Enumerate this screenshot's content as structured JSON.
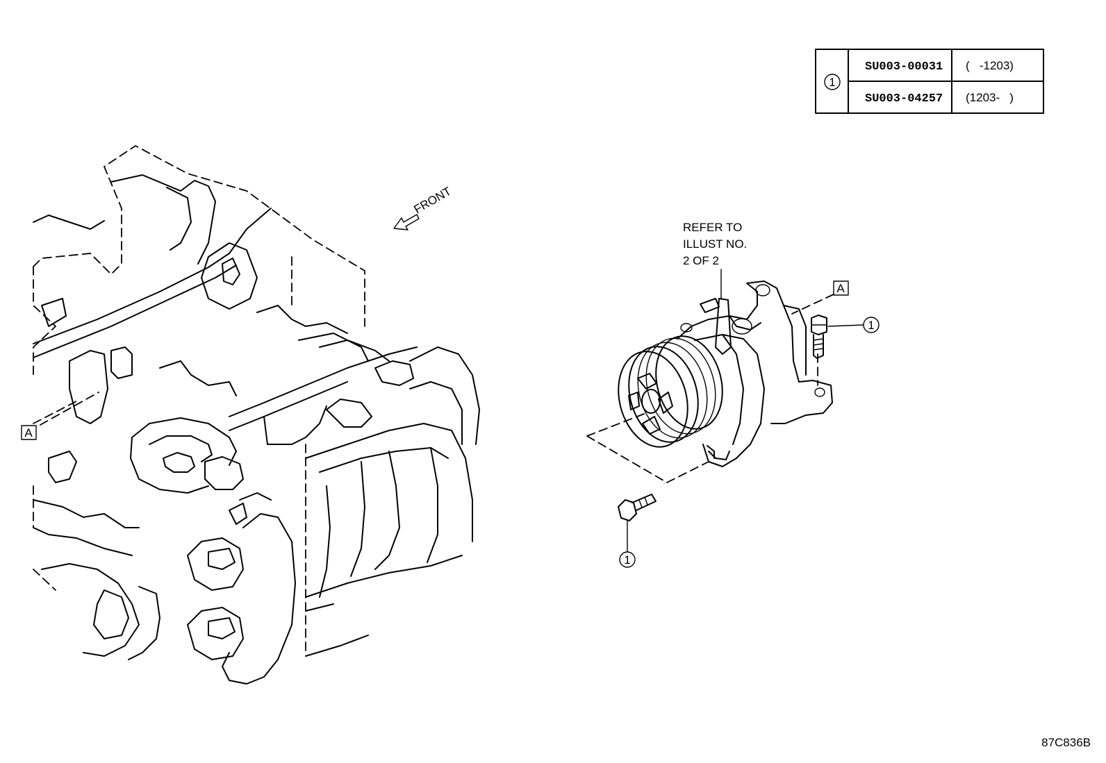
{
  "parts_table": {
    "callout_number": "1",
    "rows": [
      {
        "part_number": "SU003-00031",
        "date_range": "(   -1203)"
      },
      {
        "part_number": "SU003-04257",
        "date_range": "(1203-   )"
      }
    ]
  },
  "labels": {
    "front": "FRONT",
    "refer_line1": "REFER TO",
    "refer_line2": "ILLUST NO.",
    "refer_line3": "2 OF 2",
    "ref_a": "A",
    "callout": "1",
    "illustration_code": "87C836B"
  }
}
